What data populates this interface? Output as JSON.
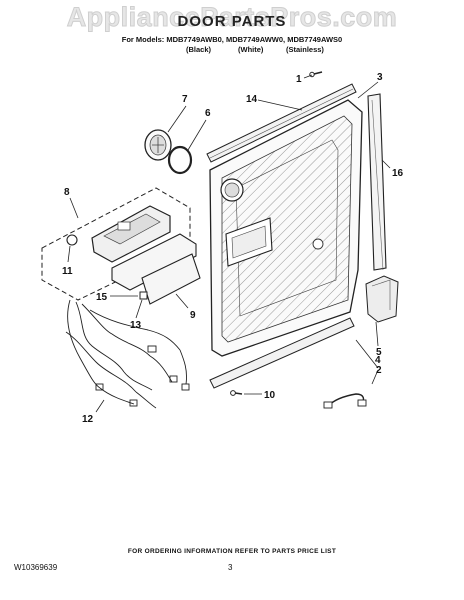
{
  "watermark": "AppliancePartsPros.com",
  "title": "DOOR PARTS",
  "models_line": "For Models: MDB7749AWB0, MDB7749AWW0, MDB7749AWS0",
  "colors": {
    "black": "(Black)",
    "white": "(White)",
    "stainless": "(Stainless)"
  },
  "callouts": [
    "1",
    "2",
    "3",
    "4",
    "5",
    "6",
    "7",
    "8",
    "9",
    "10",
    "11",
    "12",
    "13",
    "14",
    "15",
    "16"
  ],
  "footer_note": "FOR ORDERING INFORMATION REFER TO PARTS PRICE LIST",
  "doc_number": "W10369639",
  "page_number": "3"
}
